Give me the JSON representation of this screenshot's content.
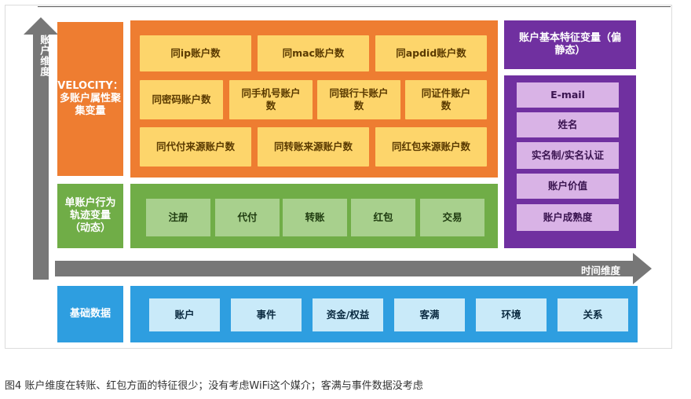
{
  "axes": {
    "vertical_label": "账户维度",
    "horizontal_label": "时间维度"
  },
  "velocity": {
    "side_label": "VELOCITY：多账户属性聚集变量",
    "cells": [
      "同ip账户数",
      "同mac账户数",
      "同apdid账户数",
      "同密码账户数",
      "同手机号账户数",
      "同银行卡账户数",
      "同证件账户数",
      "同代付来源账户数",
      "同转账来源账户数",
      "同红包来源账户数"
    ]
  },
  "behavior": {
    "side_label": "单账户行为轨迹变量（动态）",
    "cells": [
      "注册",
      "代付",
      "转账",
      "红包",
      "交易"
    ]
  },
  "account_basic": {
    "header": "账户基本特征变量（偏静态）",
    "cells": [
      "E-mail",
      "姓名",
      "实名制/实名认证",
      "账户价值",
      "账户成熟度"
    ]
  },
  "base_data": {
    "side_label": "基础数据",
    "cells": [
      "账户",
      "事件",
      "资金/权益",
      "客满",
      "环境",
      "关系"
    ]
  },
  "caption": "图4 账户维度在转账、红包方面的特征很少；没有考虑WiFi这个媒介；客满与事件数据没考虑",
  "colors": {
    "orange": "#ee7d31",
    "yellow": "#fdd56b",
    "green": "#70ad47",
    "purple": "#7030a0",
    "blue": "#2e9ee0",
    "arrow": "#777777"
  }
}
